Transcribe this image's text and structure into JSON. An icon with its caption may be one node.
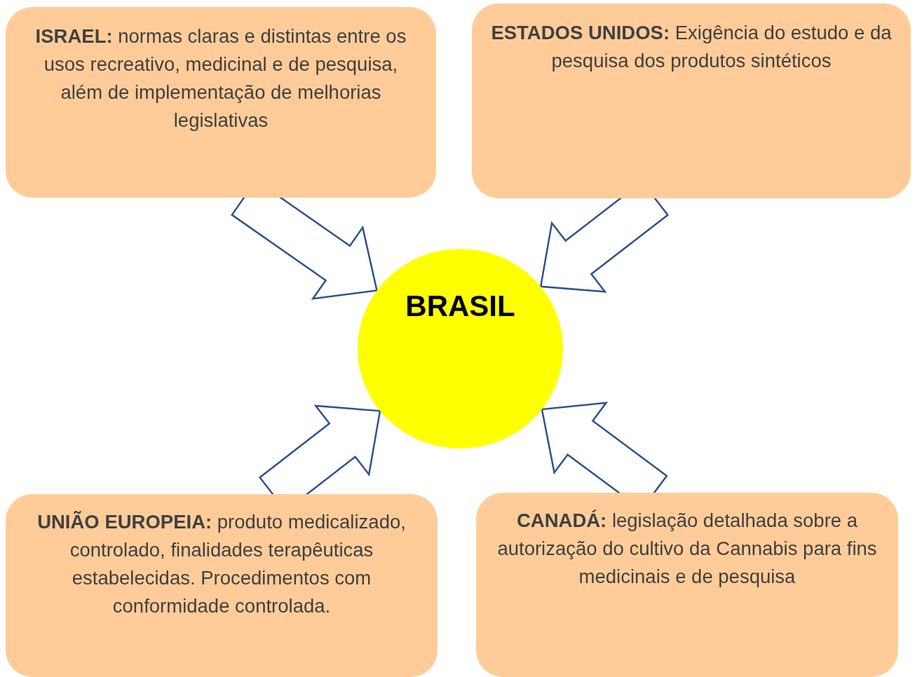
{
  "diagram": {
    "nodes": [
      {
        "text": [
          "**ISRAEL:** normas claras e distintas entre os usos recreativo, medicinal e de pesquisa, além de implementação de melhorias legislativas"
        ]
      },
      {
        "text": [
          "**ESTADOS UNIDOS:** Exigência do estudo e da pesquisa dos produtos sintéticos"
        ]
      },
      {
        "text": [
          "BRASIL"
        ]
      },
      {
        "text": [
          "**UNIÃO EUROPEIA:** produto medicalizado, controlado, finalidades terapêuticas estabelecidas. Procedimentos com conformidade controlada."
        ]
      },
      {
        "text": [
          "**CANADÁ:** legislação detalhada sobre a autorização do cultivo da Cannabis para fins medicinais e de pesquisa"
        ]
      }
    ],
    "edges": [
      {
        "from": 0,
        "to": 2,
        "arrow": "to"
      },
      {
        "from": 1,
        "to": 2,
        "arrow": "to"
      },
      {
        "from": 3,
        "to": 2,
        "arrow": "to"
      },
      {
        "from": 4,
        "to": 2,
        "arrow": "to"
      }
    ]
  }
}
